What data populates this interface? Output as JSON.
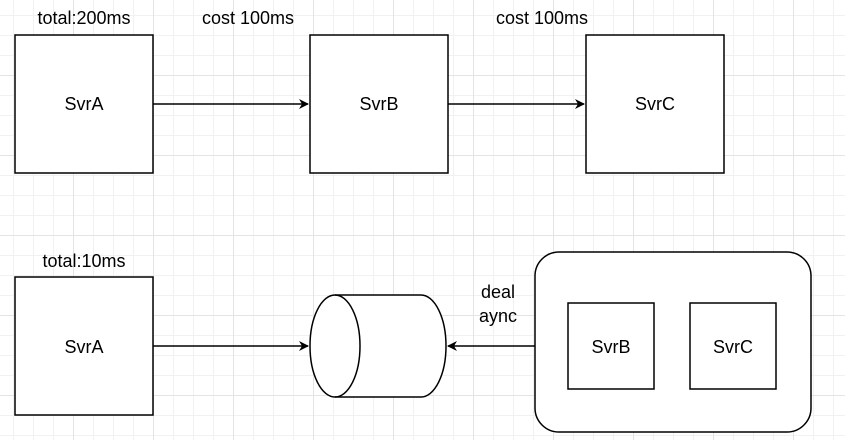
{
  "top_flow": {
    "total_label": "total:200ms",
    "cost_ab_label": "cost 100ms",
    "cost_bc_label": "cost 100ms",
    "svr_a": "SvrA",
    "svr_b": "SvrB",
    "svr_c": "SvrC"
  },
  "bottom_flow": {
    "total_label": "total:10ms",
    "svr_a": "SvrA",
    "deal_label_line1": "deal",
    "deal_label_line2": "aync",
    "group": {
      "svr_b": "SvrB",
      "svr_c": "SvrC"
    }
  },
  "colors": {
    "stroke": "#000000",
    "fill": "#ffffff",
    "grid": "#e4e4e4"
  }
}
